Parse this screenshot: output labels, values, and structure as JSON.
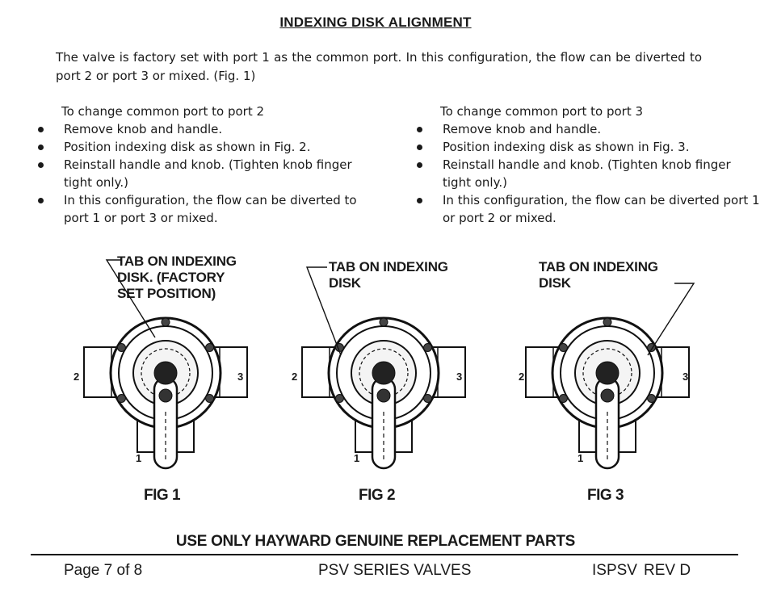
{
  "title": "INDEXING DISK ALIGNMENT",
  "intro": "The valve is factory set with port 1 as the common port. In this configuration, the flow can be diverted to port 2 or port 3 or mixed. (Fig. 1)",
  "left_column": {
    "heading": "To change common port to port 2",
    "bullets": [
      "Remove knob and handle.",
      "Position indexing disk as shown in Fig. 2.",
      "Reinstall handle and knob. (Tighten knob finger tight only.)",
      "In this configuration, the flow can be diverted to port 1 or port 3 or mixed."
    ]
  },
  "right_column": {
    "heading": "To change common port to port 3",
    "bullets": [
      "Remove knob and handle.",
      "Position indexing disk as shown in Fig. 3.",
      "Reinstall handle and knob. (Tighten knob finger tight only.)",
      "In this configuration, the flow can be diverted port 1 or port 2 or mixed."
    ]
  },
  "figures": [
    {
      "callout_lines": [
        "TAB ON INDEXING",
        "DISK. (FACTORY",
        "SET POSITION)"
      ],
      "ports": {
        "left": "2",
        "right": "3",
        "bottom": "1"
      },
      "caption": "FIG 1"
    },
    {
      "callout_lines": [
        "TAB ON INDEXING",
        "DISK"
      ],
      "ports": {
        "left": "2",
        "right": "3",
        "bottom": "1"
      },
      "caption": "FIG 2"
    },
    {
      "callout_lines": [
        "TAB ON INDEXING",
        "DISK"
      ],
      "ports": {
        "left": "2",
        "right": "3",
        "bottom": "1"
      },
      "caption": "FIG 3"
    }
  ],
  "notice": "USE ONLY HAYWARD GENUINE REPLACEMENT PARTS",
  "footer": {
    "page": "Page 7 of 8",
    "product": "PSV SERIES VALVES",
    "doc_code": "ISPSV",
    "revision": "REV D"
  }
}
